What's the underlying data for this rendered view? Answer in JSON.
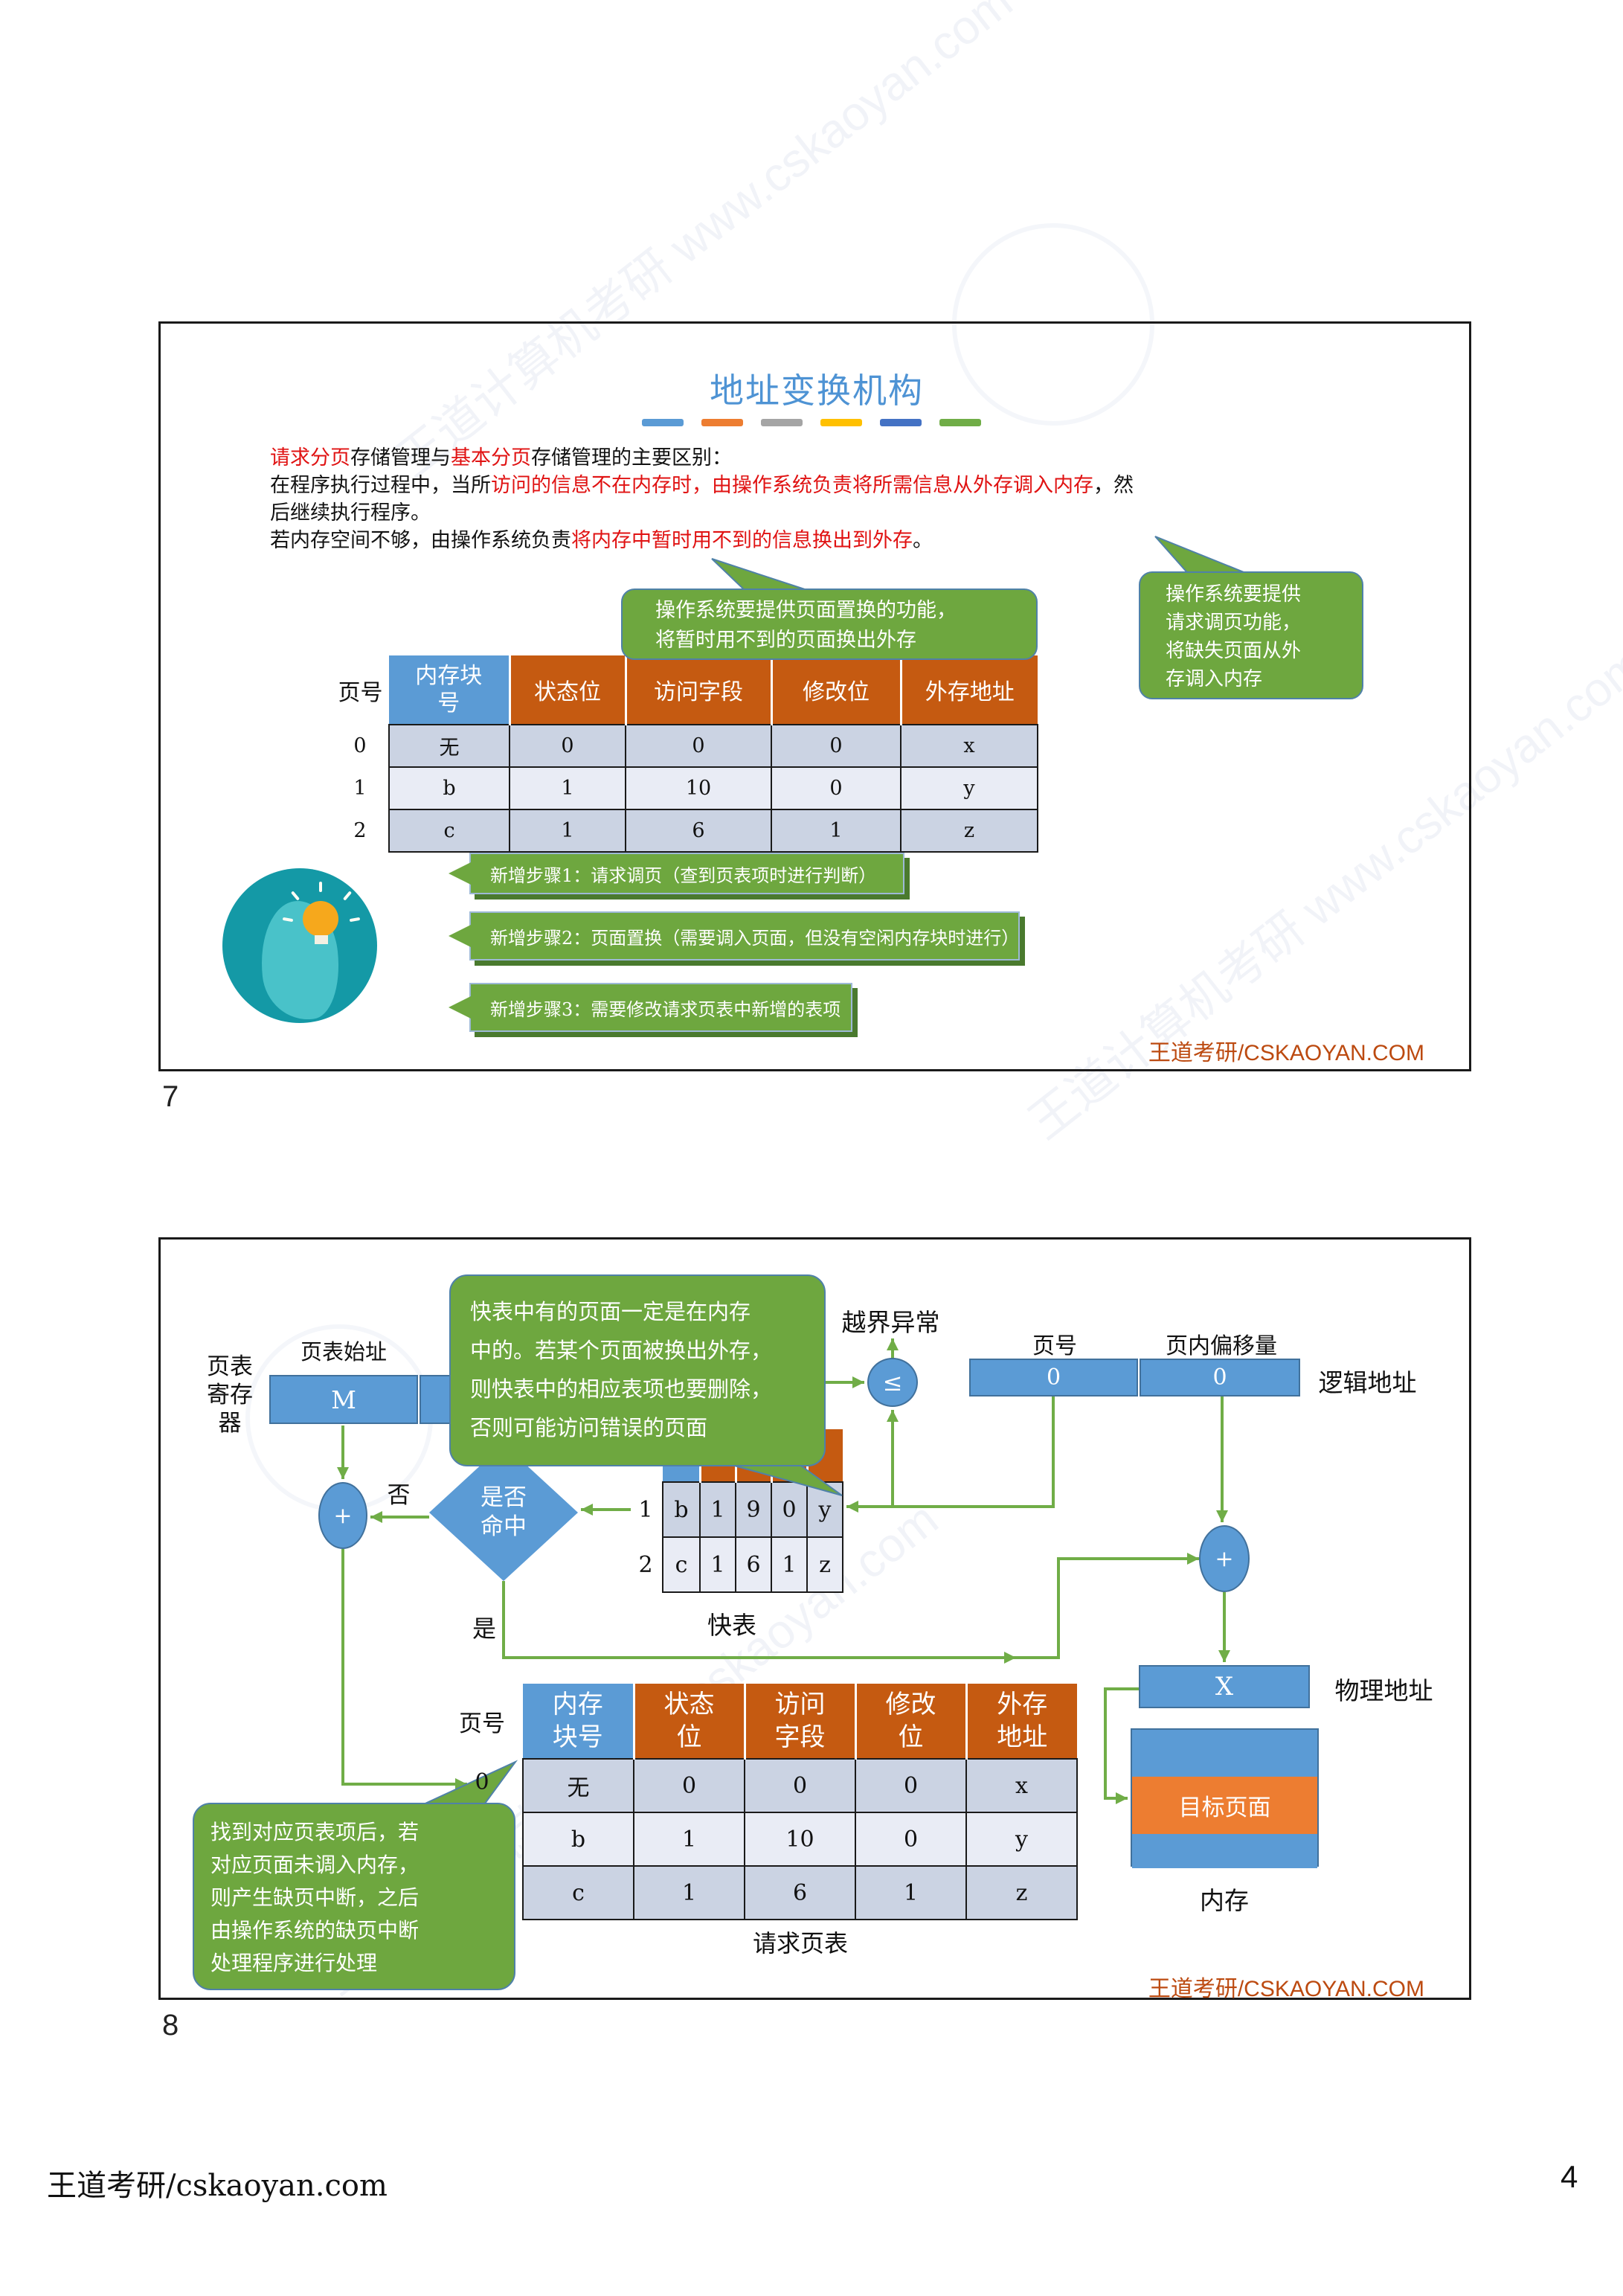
{
  "page": {
    "footer_left": "王道考研/cskaoyan.com",
    "page_number": "4",
    "watermark": "王道计算机考研 www.cskaoyan.com"
  },
  "accent_colors": [
    "#5B9BD5",
    "#ED7D31",
    "#A5A5A5",
    "#FFC000",
    "#4472C4",
    "#70AD47"
  ],
  "theme": {
    "title_blue": "#4E93D4",
    "shape_blue": "#5B9BD5",
    "header_orange": "#C55A11",
    "callout_green": "#6EA73F",
    "flow_green": "#70AD47",
    "red_text": "#E01212",
    "footer_orange": "#BC4A10"
  },
  "slide7": {
    "page_label": "7",
    "title": "地址变换机构",
    "para": {
      "l1a": "请求分页",
      "l1b": "存储管理与",
      "l1c": "基本分页",
      "l1d": "存储管理的主要区别：",
      "l2a": "在程序执行过程中，当所",
      "l2b": "访问的信息不在内存时，由操作系统负责将所需信息从外存调入内存",
      "l2c": "，然",
      "l3": "后继续执行程序。",
      "l4a": "若内存空间不够，由操作系统负责",
      "l4b": "将内存中暂时用不到的信息换出到外存",
      "l4c": "。"
    },
    "callout_replace": {
      "l1": "操作系统要提供页面置换的功能，",
      "l2": "将暂时用不到的页面换出外存"
    },
    "callout_demand": {
      "l1": "操作系统要提供",
      "l2": "请求调页功能，",
      "l3": "将缺失页面从外",
      "l4": "存调入内存"
    },
    "table": {
      "corner": "页号",
      "headers": [
        "内存块号",
        "状态位",
        "访问字段",
        "修改位",
        "外存地址"
      ],
      "rows": [
        {
          "label": "0",
          "cells": [
            "无",
            "0",
            "0",
            "0",
            "x"
          ]
        },
        {
          "label": "1",
          "cells": [
            "b",
            "1",
            "10",
            "0",
            "y"
          ]
        },
        {
          "label": "2",
          "cells": [
            "c",
            "1",
            "6",
            "1",
            "z"
          ]
        }
      ]
    },
    "steps": [
      "新增步骤1：请求调页（查到页表项时进行判断）",
      "新增步骤2：页面置换（需要调入页面，但没有空闲内存块时进行）",
      "新增步骤3：需要修改请求页表中新增的表项"
    ],
    "footer": "王道考研/CSKAOYAN.COM"
  },
  "slide8": {
    "page_label": "8",
    "ptr": {
      "l1": "页表",
      "l2": "寄存",
      "l3": "器"
    },
    "ptr_start": "页表始址",
    "reg_value": "M",
    "callout_tlb": {
      "l1": "快表中有的页面一定是在内存",
      "l2": "中的。若某个页面被换出外存，",
      "l3": "则快表中的相应表项也要删除，",
      "l4": "否则可能访问错误的页面"
    },
    "exception": "越界异常",
    "le": "≤",
    "page_no_label": "页号",
    "offset_label": "页内偏移量",
    "logical_label": "逻辑地址",
    "page_no_value": "0",
    "offset_value": "0",
    "tlb": {
      "caption": "快表",
      "rows": [
        {
          "label": "1",
          "cells": [
            "b",
            "1",
            "9",
            "0",
            "y"
          ]
        },
        {
          "label": "2",
          "cells": [
            "c",
            "1",
            "6",
            "1",
            "z"
          ]
        }
      ]
    },
    "hit": "是否命中",
    "no": "否",
    "yes": "是",
    "plus_left": "+",
    "plus_right": "+",
    "req_row_pointer": "0",
    "req_table": {
      "corner": "页号",
      "caption": "请求页表",
      "headers": [
        "内存块号",
        "状态位",
        "访问字段",
        "修改位",
        "外存地址"
      ],
      "rows": [
        [
          "无",
          "0",
          "0",
          "0",
          "x"
        ],
        [
          "b",
          "1",
          "10",
          "0",
          "y"
        ],
        [
          "c",
          "1",
          "6",
          "1",
          "z"
        ]
      ]
    },
    "x_value": "X",
    "physical_label": "物理地址",
    "target_page": "目标页面",
    "memory_label": "内存",
    "callout_fault": {
      "l1": "找到对应页表项后，若",
      "l2": "对应页面未调入内存，",
      "l3": "则产生缺页中断，之后",
      "l4": "由操作系统的缺页中断",
      "l5": "处理程序进行处理"
    },
    "footer": "王道考研/CSKAOYAN.COM"
  }
}
